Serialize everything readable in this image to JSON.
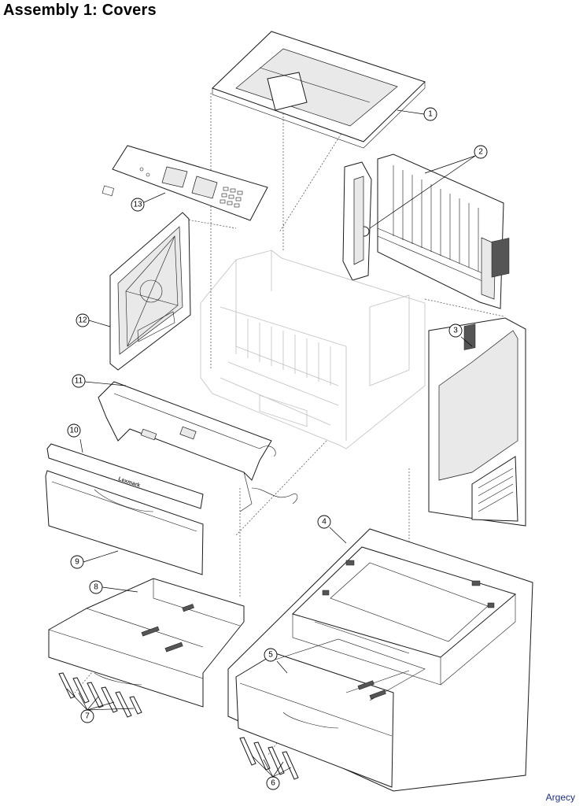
{
  "title": "Assembly 1:  Covers",
  "watermark": "Argecy",
  "callouts": [
    {
      "id": "1",
      "label": "1"
    },
    {
      "id": "2",
      "label": "2"
    },
    {
      "id": "3",
      "label": "3"
    },
    {
      "id": "4",
      "label": "4"
    },
    {
      "id": "5",
      "label": "5"
    },
    {
      "id": "6",
      "label": "6"
    },
    {
      "id": "7",
      "label": "7"
    },
    {
      "id": "8",
      "label": "8"
    },
    {
      "id": "9",
      "label": "9"
    },
    {
      "id": "10",
      "label": "10"
    },
    {
      "id": "11",
      "label": "11"
    },
    {
      "id": "12",
      "label": "12"
    },
    {
      "id": "13",
      "label": "13"
    }
  ],
  "front_cover_logo": "Lexmark"
}
